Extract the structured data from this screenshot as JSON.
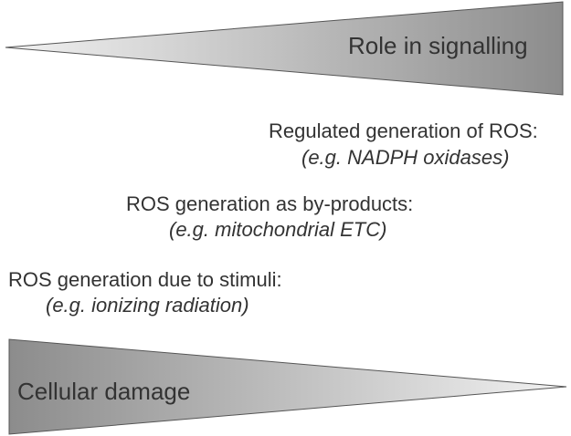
{
  "top_wedge": {
    "label": "Role in  signalling",
    "fill_start": "#f2f2f2",
    "fill_end": "#8c8c8c",
    "stroke": "#555555"
  },
  "bottom_wedge": {
    "label": "Cellular damage",
    "fill_start": "#8c8c8c",
    "fill_end": "#f2f2f2",
    "stroke": "#555555"
  },
  "levels": [
    {
      "heading": "Regulated generation of ROS:",
      "example": "(e.g. NADPH oxidases)"
    },
    {
      "heading": "ROS generation  as by-products:",
      "example": "(e.g. mitochondrial ETC)"
    },
    {
      "heading": "ROS generation due to stimuli:",
      "example": "(e.g. ionizing radiation)"
    }
  ]
}
